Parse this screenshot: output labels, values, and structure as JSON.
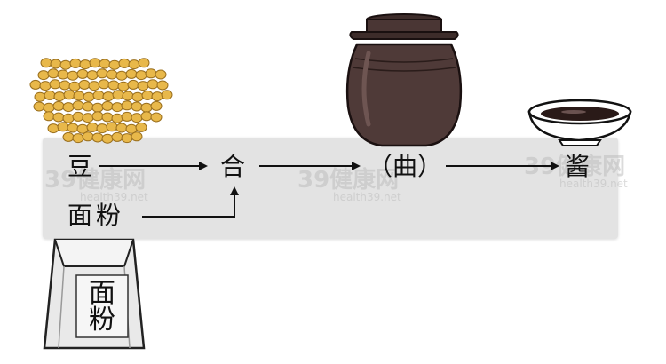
{
  "flow": {
    "ingredient_bean": "豆",
    "ingredient_flour": "面粉",
    "combine": "合",
    "ferment": "（曲）",
    "product": "酱"
  },
  "flour_bag": {
    "label_line1": "面",
    "label_line2": "粉"
  },
  "watermarks": [
    {
      "brand": "39健康网",
      "site": "health39.net"
    },
    {
      "brand": "39健康网",
      "site": "health39.net"
    },
    {
      "brand": "39健康网",
      "site": "health39.net"
    }
  ],
  "colors": {
    "band": "#e3e3e3",
    "soybean": "#e8b84a",
    "jar": "#4f3a38",
    "sauce": "#2a1a18",
    "bag": "#e9e9e9",
    "arrow": "#111111"
  }
}
